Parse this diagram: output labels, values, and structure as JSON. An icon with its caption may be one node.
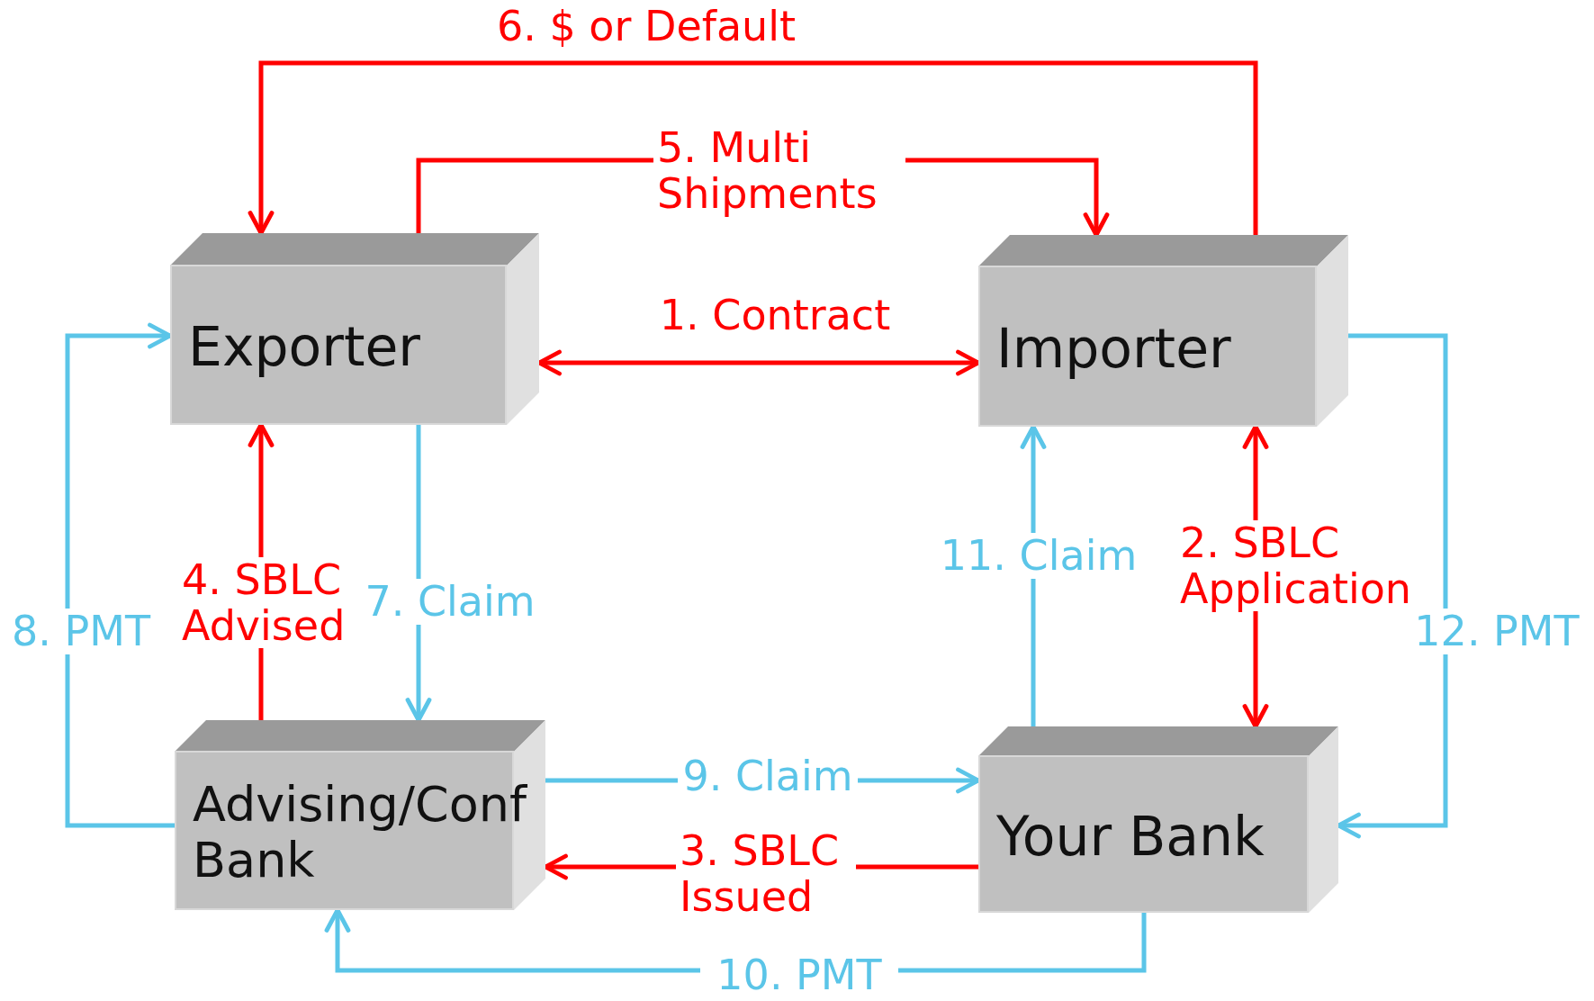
{
  "diagram": {
    "nodes": [
      {
        "text": [
          "Exporter"
        ]
      },
      {
        "text": [
          "Importer"
        ]
      },
      {
        "text": [
          "Advising/Conf Bank"
        ]
      },
      {
        "text": [
          "Your Bank"
        ]
      }
    ],
    "edges": [
      {
        "from": 0,
        "to": 1,
        "arrow": "both",
        "label": "1. Contract"
      },
      {
        "from": 1,
        "to": 3,
        "arrow": "both",
        "label": "2. SBLC Application"
      },
      {
        "from": 3,
        "to": 2,
        "arrow": "to",
        "label": "3. SBLC Issued"
      },
      {
        "from": 2,
        "to": 0,
        "arrow": "to",
        "label": "4. SBLC Advised"
      },
      {
        "from": 0,
        "to": 1,
        "arrow": "to",
        "label": "5. Multi Shipments"
      },
      {
        "from": 1,
        "to": 0,
        "arrow": "to",
        "label": "6. $ or Default"
      },
      {
        "from": 0,
        "to": 2,
        "arrow": "to",
        "label": "7. Claim",
        "color": "#5bc5e8"
      },
      {
        "from": 2,
        "to": 0,
        "arrow": "to",
        "label": "8. PMT",
        "color": "#5bc5e8"
      },
      {
        "from": 2,
        "to": 3,
        "arrow": "to",
        "label": "9. Claim",
        "color": "#5bc5e8"
      },
      {
        "from": 3,
        "to": 2,
        "arrow": "to",
        "label": "10. PMT",
        "color": "#5bc5e8"
      },
      {
        "from": 3,
        "to": 1,
        "arrow": "to",
        "label": "11. Claim",
        "color": "#5bc5e8"
      },
      {
        "from": 1,
        "to": 3,
        "arrow": "to",
        "label": "12. PMT",
        "color": "#5bc5e8"
      }
    ]
  }
}
